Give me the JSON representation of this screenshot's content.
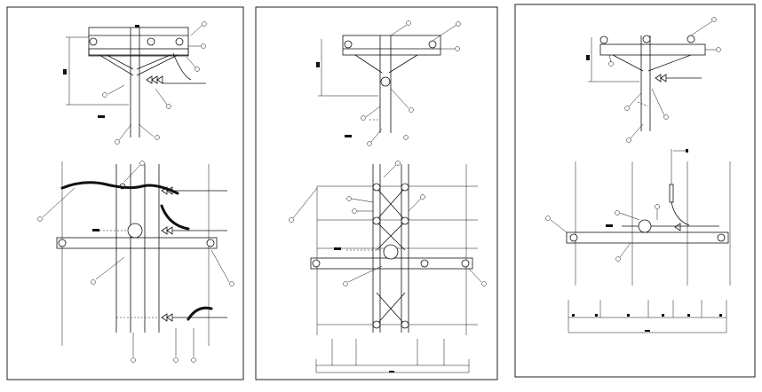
{
  "title": "",
  "sheets": [
    {
      "name": "left-panel",
      "callouts": []
    },
    {
      "name": "middle-panel",
      "callouts": []
    },
    {
      "name": "right-panel",
      "callouts": []
    }
  ],
  "colors": {
    "background": "#ffffff",
    "ink": "#111111"
  }
}
